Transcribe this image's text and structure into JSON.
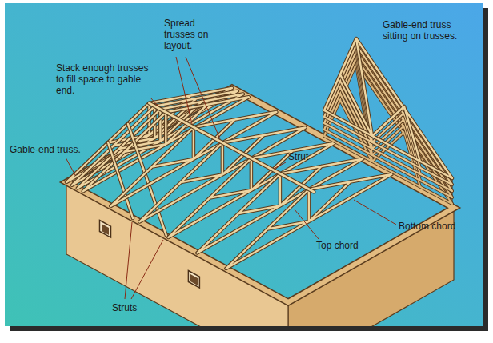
{
  "diagram": {
    "labels": [
      "Spread trusses on layout.",
      "Gable-end truss sitting on trusses.",
      "Stack enough trusses to fill space to gable end.",
      "Strut",
      "Gable-end truss.",
      "Bottom chord",
      "Top chord",
      "Struts"
    ]
  }
}
